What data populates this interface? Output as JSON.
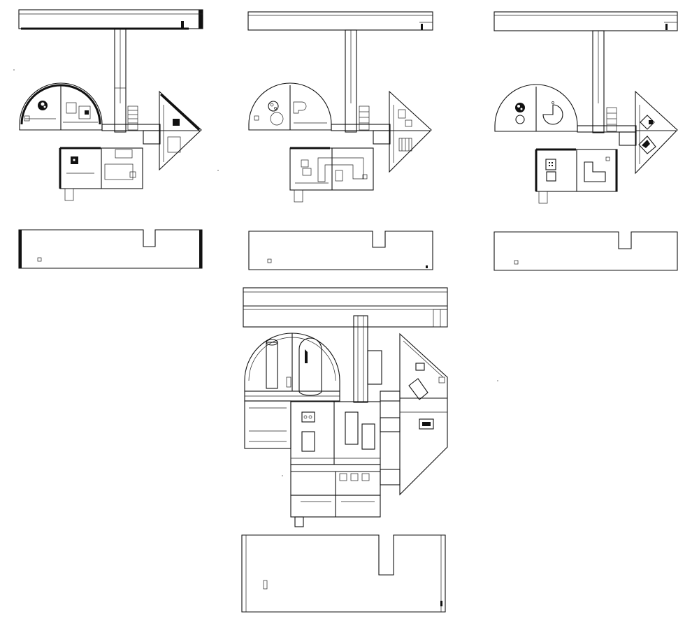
{
  "drawing": {
    "kind": "architectural plan sheet",
    "ink_color": "#111111",
    "paper_color": "#ffffff",
    "panels": [
      {
        "id": "plan-level-1"
      },
      {
        "id": "plan-level-2"
      },
      {
        "id": "plan-level-3"
      },
      {
        "id": "axonometric"
      }
    ]
  }
}
